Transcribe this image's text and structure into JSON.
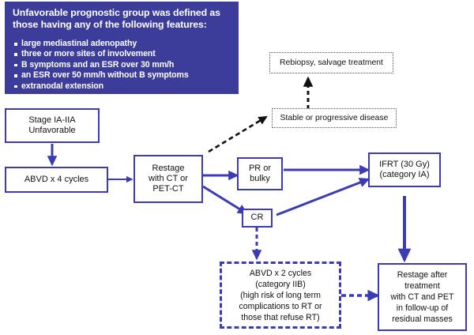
{
  "legend": {
    "title": "Unfavorable prognostic group was defined as\nthose having any of the following features:",
    "bullets": [
      "large mediastinal adenopathy",
      "three or more sites of involvement",
      "B symptoms and an ESR over 30 mm/h",
      "an ESR over 50 mm/h without B symptoms",
      "extranodal extension"
    ],
    "background_color": "#3c3c9b",
    "text_color": "#ffffff"
  },
  "colors": {
    "node_border_blue": "#3b3bb5",
    "arrow_blue": "#3b3bb5",
    "arrow_black": "#111111",
    "dotted_box_border": "#555555"
  },
  "nodes": {
    "stage": "Stage IA-IIA\nUnfavorable",
    "abvd4": "ABVD x 4 cycles",
    "restage": "Restage\nwith CT or\nPET-CT",
    "pr_bulky": "PR or\nbulky",
    "cr": "CR",
    "rebiopsy": "Rebiopsy, salvage treatment",
    "stable": "Stable or progressive disease",
    "ifrt": "IFRT (30 Gy)\n(category IA)",
    "abvd2": "ABVD x 2 cycles\n(category IIB)\n(high risk of long term\ncomplications to RT or\nthose that refuse RT)",
    "restage_after": "Restage after\ntreatment\nwith CT and PET\nin follow-up of\nresidual masses"
  }
}
